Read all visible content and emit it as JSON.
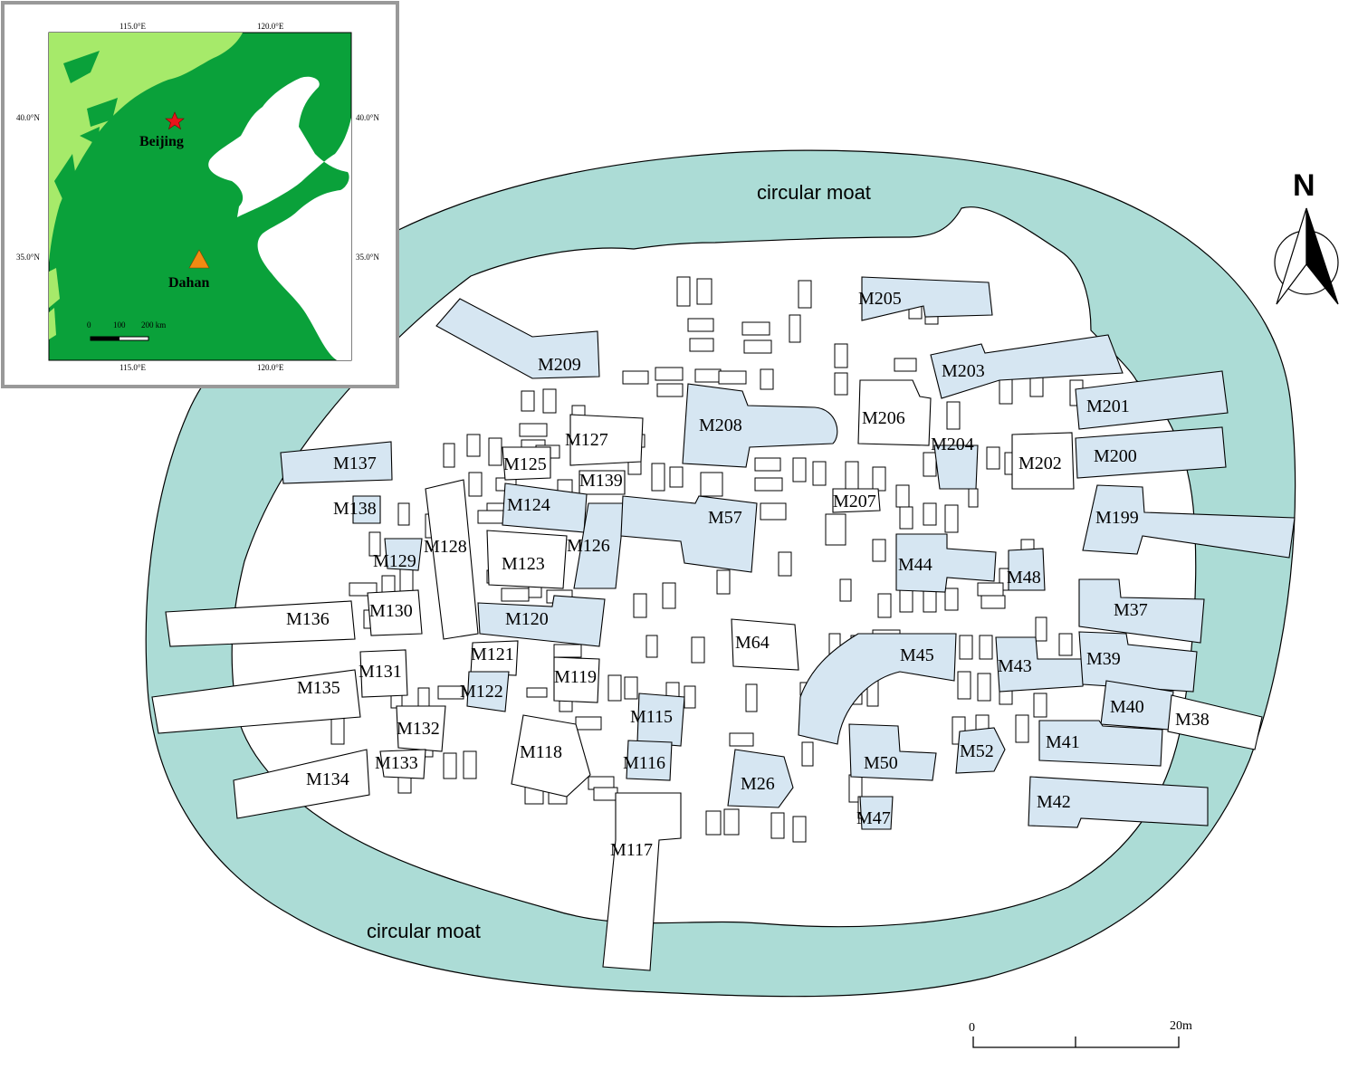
{
  "colors": {
    "moat": "#acdcd6",
    "highlight_tomb": "#d6e6f2",
    "lowland": "#0aa13a",
    "highland": "#a6ea6a",
    "beijing_marker": "#e8151b",
    "dahan_marker": "#f28a12"
  },
  "moat_labels": {
    "north": "circular moat",
    "south": "circular moat"
  },
  "north_arrow": {
    "label": "N",
    "icon": "north-arrow-icon"
  },
  "scale_bar": {
    "start": "0",
    "end": "20m"
  },
  "inset": {
    "top_ticks": [
      "115.0°E",
      "120.0°E"
    ],
    "bottom_ticks": [
      "115.0°E",
      "120.0°E"
    ],
    "left_ticks": [
      "40.0°N",
      "35.0°N"
    ],
    "right_ticks": [
      "40.0°N",
      "35.0°N"
    ],
    "places": [
      {
        "name": "Beijing",
        "marker": "star"
      },
      {
        "name": "Dahan",
        "marker": "triangle"
      }
    ],
    "scale_labels": [
      "0",
      "100",
      "200 km"
    ]
  },
  "tombs": [
    {
      "id": "M209",
      "highlight": true
    },
    {
      "id": "M205",
      "highlight": true
    },
    {
      "id": "M203",
      "highlight": true
    },
    {
      "id": "M201",
      "highlight": true
    },
    {
      "id": "M200",
      "highlight": true
    },
    {
      "id": "M199",
      "highlight": true
    },
    {
      "id": "M208",
      "highlight": true
    },
    {
      "id": "M206",
      "highlight": false
    },
    {
      "id": "M204",
      "highlight": true
    },
    {
      "id": "M202",
      "highlight": false
    },
    {
      "id": "M207",
      "highlight": false
    },
    {
      "id": "M137",
      "highlight": true
    },
    {
      "id": "M138",
      "highlight": true
    },
    {
      "id": "M127",
      "highlight": false
    },
    {
      "id": "M125",
      "highlight": false
    },
    {
      "id": "M139",
      "highlight": false
    },
    {
      "id": "M124",
      "highlight": true
    },
    {
      "id": "M57",
      "highlight": true
    },
    {
      "id": "M126",
      "highlight": true
    },
    {
      "id": "M128",
      "highlight": false
    },
    {
      "id": "M129",
      "highlight": true
    },
    {
      "id": "M123",
      "highlight": false
    },
    {
      "id": "M44",
      "highlight": true
    },
    {
      "id": "M48",
      "highlight": true
    },
    {
      "id": "M37",
      "highlight": true
    },
    {
      "id": "M136",
      "highlight": false
    },
    {
      "id": "M130",
      "highlight": false
    },
    {
      "id": "M120",
      "highlight": true
    },
    {
      "id": "M64",
      "highlight": false
    },
    {
      "id": "M45",
      "highlight": true
    },
    {
      "id": "M43",
      "highlight": true
    },
    {
      "id": "M39",
      "highlight": true
    },
    {
      "id": "M121",
      "highlight": false
    },
    {
      "id": "M131",
      "highlight": false
    },
    {
      "id": "M119",
      "highlight": false
    },
    {
      "id": "M135",
      "highlight": false
    },
    {
      "id": "M122",
      "highlight": true
    },
    {
      "id": "M40",
      "highlight": true
    },
    {
      "id": "M38",
      "highlight": false
    },
    {
      "id": "M115",
      "highlight": true
    },
    {
      "id": "M132",
      "highlight": false
    },
    {
      "id": "M41",
      "highlight": true
    },
    {
      "id": "M118",
      "highlight": false
    },
    {
      "id": "M52",
      "highlight": true
    },
    {
      "id": "M50",
      "highlight": true
    },
    {
      "id": "M116",
      "highlight": true
    },
    {
      "id": "M133",
      "highlight": false
    },
    {
      "id": "M134",
      "highlight": false
    },
    {
      "id": "M26",
      "highlight": true
    },
    {
      "id": "M42",
      "highlight": true
    },
    {
      "id": "M47",
      "highlight": true
    },
    {
      "id": "M117",
      "highlight": false
    }
  ]
}
